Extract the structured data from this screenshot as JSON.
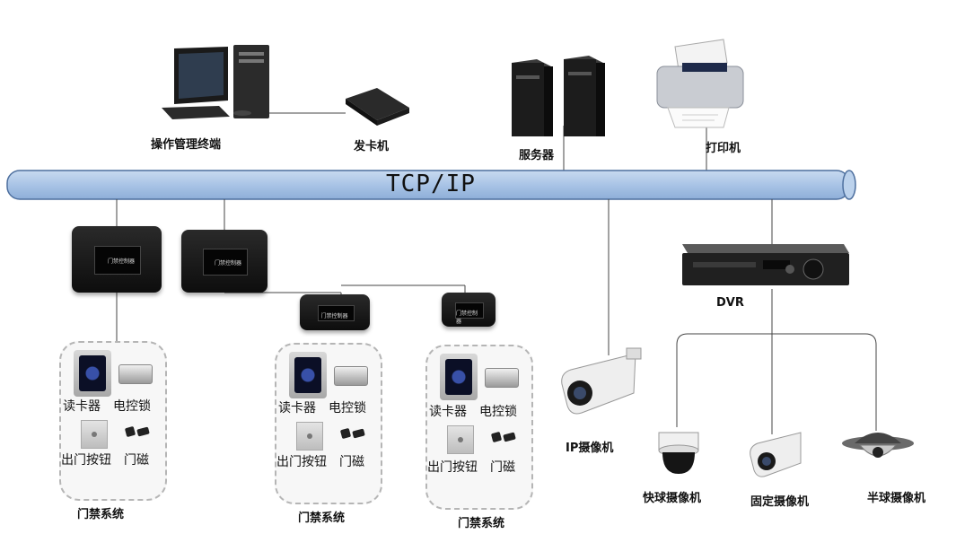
{
  "network": {
    "bus_label": "TCP/IP"
  },
  "top_devices": {
    "terminal": "操作管理终端",
    "card_issuer": "发卡机",
    "server": "服务器",
    "printer": "打印机"
  },
  "access_groups": [
    {
      "reader": "读卡器",
      "lock": "电控锁",
      "exit_button": "出门按钮",
      "magnet": "门磁",
      "caption": "门禁系统"
    },
    {
      "reader": "读卡器",
      "lock": "电控锁",
      "exit_button": "出门按钮",
      "magnet": "门磁",
      "caption": "门禁系统"
    },
    {
      "reader": "读卡器",
      "lock": "电控锁",
      "exit_button": "出门按钮",
      "magnet": "门磁",
      "caption": "门禁系统"
    }
  ],
  "controller_text": "门禁控制器",
  "video": {
    "ip_camera": "IP摄像机",
    "dvr": "DVR",
    "speed_dome": "快球摄像机",
    "fixed_camera": "固定摄像机",
    "dome_camera": "半球摄像机"
  },
  "colors": {
    "bus_fill": "#a9c4e6",
    "bus_stroke": "#4d6f9e",
    "group_border": "#b5b5b5"
  }
}
